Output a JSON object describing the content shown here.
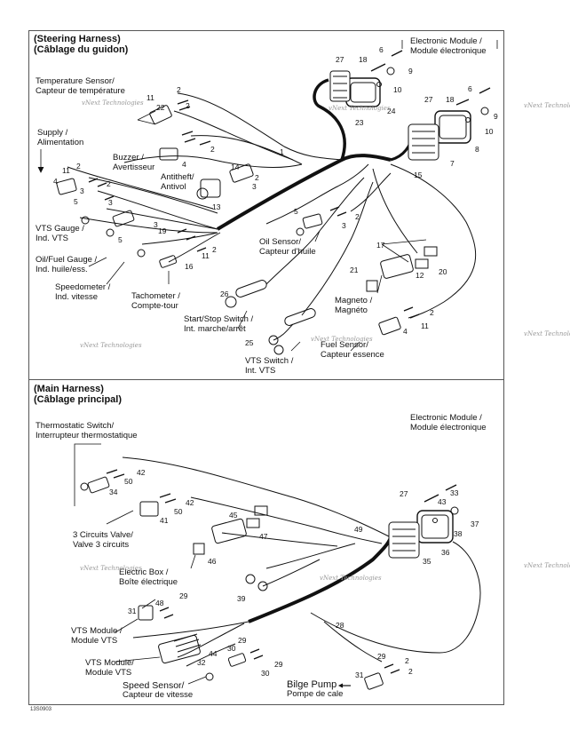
{
  "sections": {
    "steering": {
      "title": "(Steering Harness)",
      "subtitle": "(Câblage du guidon)"
    },
    "main": {
      "title": "(Main Harness)",
      "subtitle": "(Câblage principal)"
    }
  },
  "labels": {
    "electronic_module_1": [
      "Electronic Module /",
      "Module électronique"
    ],
    "temperature_sensor": [
      "Temperature Sensor/",
      "Capteur de température"
    ],
    "supply": [
      "Supply /",
      "Alimentation"
    ],
    "buzzer": [
      "Buzzer /",
      "Avertisseur"
    ],
    "antitheft": [
      "Antitheft/",
      "Antivol"
    ],
    "vts_gauge": [
      "VTS Gauge /",
      "Ind. VTS"
    ],
    "oil_fuel_gauge": [
      "Oil/Fuel Gauge /",
      "Ind. huile/ess."
    ],
    "speedometer": [
      "Speedometer /",
      "Ind. vitesse"
    ],
    "tachometer": [
      "Tachometer /",
      "Compte-tour"
    ],
    "oil_sensor": [
      "Oil Sensor/",
      "Capteur d'huile"
    ],
    "magneto": [
      "Magneto /",
      "Magnéto"
    ],
    "start_stop": [
      "Start/Stop Switch /",
      "Int. marche/arrêt"
    ],
    "fuel_sensor": [
      "Fuel Sensor/",
      "Capteur essence"
    ],
    "vts_switch": [
      "VTS Switch /",
      "Int. VTS"
    ],
    "thermostatic_switch": [
      "Thermostatic Switch/",
      "Interrupteur thermostatique"
    ],
    "electronic_module_2": [
      "Electronic Module /",
      "Module électronique"
    ],
    "three_circuits_valve": [
      "3 Circuits Valve/",
      "Valve 3 circuits"
    ],
    "electric_box": [
      "Electric Box /",
      "Boîte électrique"
    ],
    "vts_module_1": [
      "VTS Module /",
      "Module VTS"
    ],
    "vts_module_2": [
      "VTS Module/",
      "Module VTS"
    ],
    "speed_sensor": [
      "Speed Sensor/",
      "Capteur de vitesse"
    ],
    "bilge_pump": [
      "Bilge Pump",
      "Pompe de cale"
    ]
  },
  "callouts": {
    "top": [
      "6",
      "18",
      "27",
      "9",
      "10",
      "24",
      "23",
      "27",
      "18",
      "6",
      "9",
      "10",
      "8",
      "7",
      "15",
      "11",
      "22",
      "2",
      "2",
      "4",
      "2",
      "14",
      "1",
      "11",
      "2",
      "3",
      "4",
      "5",
      "3",
      "2",
      "13",
      "3",
      "2",
      "5",
      "3",
      "2",
      "19",
      "3",
      "5",
      "2",
      "11",
      "16",
      "17",
      "21",
      "20",
      "12",
      "26",
      "25",
      "2",
      "11",
      "4"
    ],
    "bottom": [
      "42",
      "50",
      "34",
      "42",
      "50",
      "41",
      "45",
      "47",
      "46",
      "33",
      "43",
      "27",
      "37",
      "38",
      "35",
      "36",
      "49",
      "29",
      "48",
      "31",
      "39",
      "28",
      "29",
      "30",
      "32",
      "44",
      "29",
      "30",
      "29",
      "2",
      "31",
      "2"
    ]
  },
  "watermark": "vNext Technologies",
  "figure_code": "13S0903"
}
